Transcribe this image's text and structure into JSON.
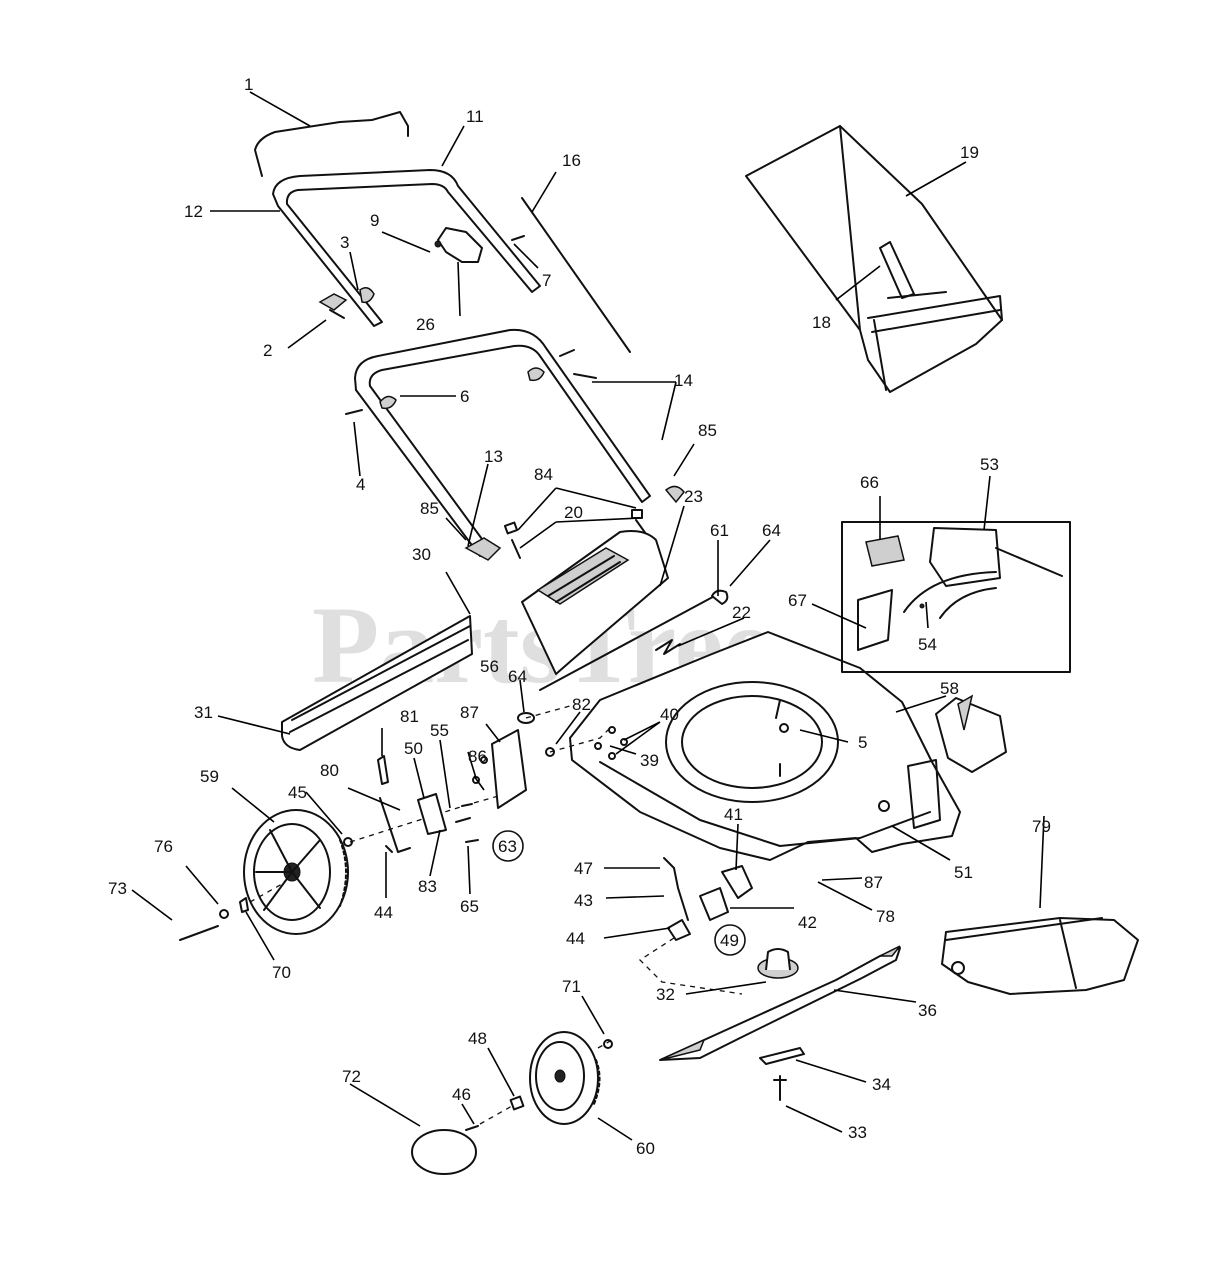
{
  "watermark": "PartsTree",
  "labels": {
    "l1": "1",
    "l2": "2",
    "l3": "3",
    "l4": "4",
    "l5": "5",
    "l6": "6",
    "l7": "7",
    "l9": "9",
    "l11": "11",
    "l12": "12",
    "l13": "13",
    "l14": "14",
    "l16": "16",
    "l18": "18",
    "l19": "19",
    "l20": "20",
    "l22": "22",
    "l23": "23",
    "l26": "26",
    "l30": "30",
    "l31": "31",
    "l32": "32",
    "l33": "33",
    "l34": "34",
    "l36": "36",
    "l39": "39",
    "l40": "40",
    "l41": "41",
    "l42": "42",
    "l43": "43",
    "l44a": "44",
    "l44b": "44",
    "l45": "45",
    "l46": "46",
    "l47": "47",
    "l48": "48",
    "l49": "49",
    "l50": "50",
    "l51": "51",
    "l53": "53",
    "l54": "54",
    "l55": "55",
    "l56": "56",
    "l58": "58",
    "l59": "59",
    "l60": "60",
    "l61": "61",
    "l63": "63",
    "l64a": "64",
    "l64b": "64",
    "l65": "65",
    "l66": "66",
    "l67": "67",
    "l70": "70",
    "l71": "71",
    "l72": "72",
    "l73": "73",
    "l76": "76",
    "l78": "78",
    "l79": "79",
    "l80": "80",
    "l81": "81",
    "l82": "82",
    "l83": "83",
    "l84": "84",
    "l85a": "85",
    "l85b": "85",
    "l86": "86",
    "l87a": "87",
    "l87b": "87"
  }
}
